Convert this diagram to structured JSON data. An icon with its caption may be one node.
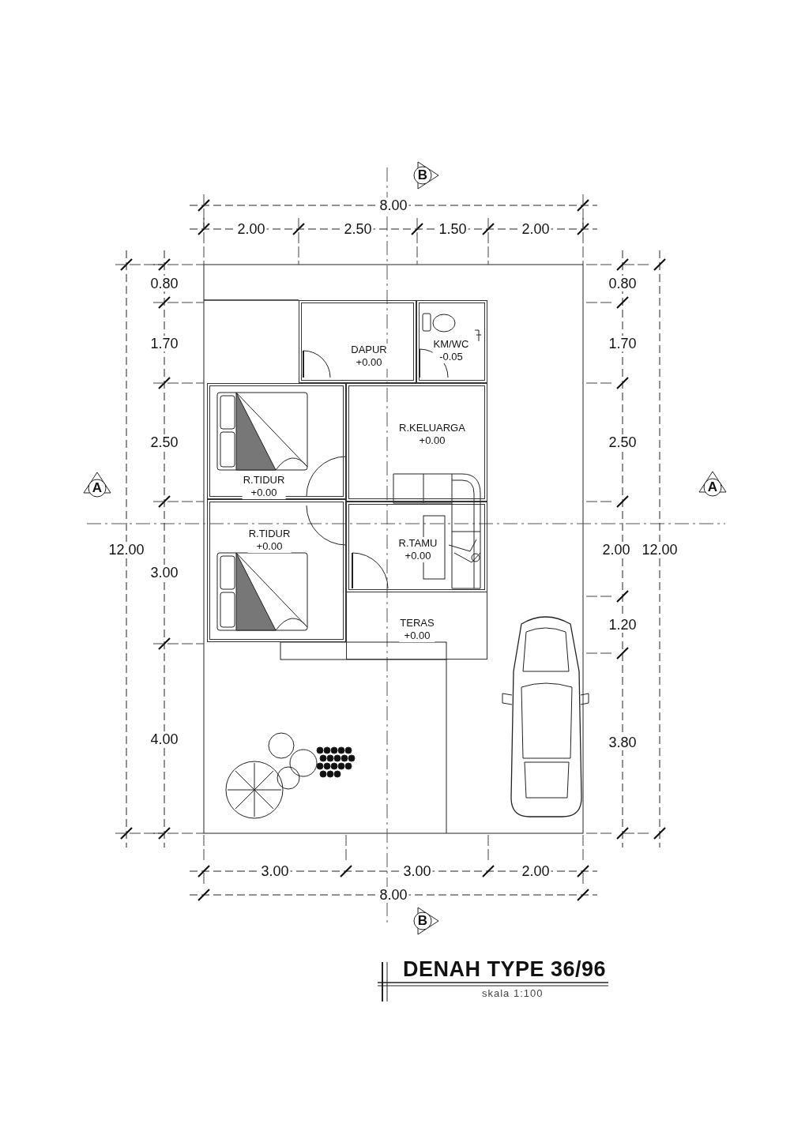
{
  "diagram": {
    "title": "DENAH TYPE 36/96",
    "caption": "skala 1:100",
    "nodes": [
      {
        "text": [
          "DAPUR",
          "+0.00"
        ]
      },
      {
        "text": [
          "KM/WC",
          "-0.05"
        ]
      },
      {
        "text": [
          "R.KELUARGA",
          "+0.00"
        ]
      },
      {
        "text": [
          "R.TIDUR",
          "+0.00"
        ]
      },
      {
        "text": [
          "R.TIDUR",
          "+0.00"
        ]
      },
      {
        "text": [
          "R.TAMU",
          "+0.00"
        ]
      },
      {
        "text": [
          "TERAS",
          "+0.00"
        ]
      }
    ],
    "labels": [
      "B",
      "8.00",
      "2.00",
      "2.50",
      "1.50",
      "2.00",
      "0.80",
      "0.80",
      "1.70",
      "1.70",
      "2.50",
      "2.50",
      "A",
      "A",
      "12.00",
      "2.00",
      "12.00",
      "3.00",
      "1.20",
      "4.00",
      "3.80",
      "3.00",
      "3.00",
      "2.00",
      "8.00",
      "B"
    ]
  }
}
